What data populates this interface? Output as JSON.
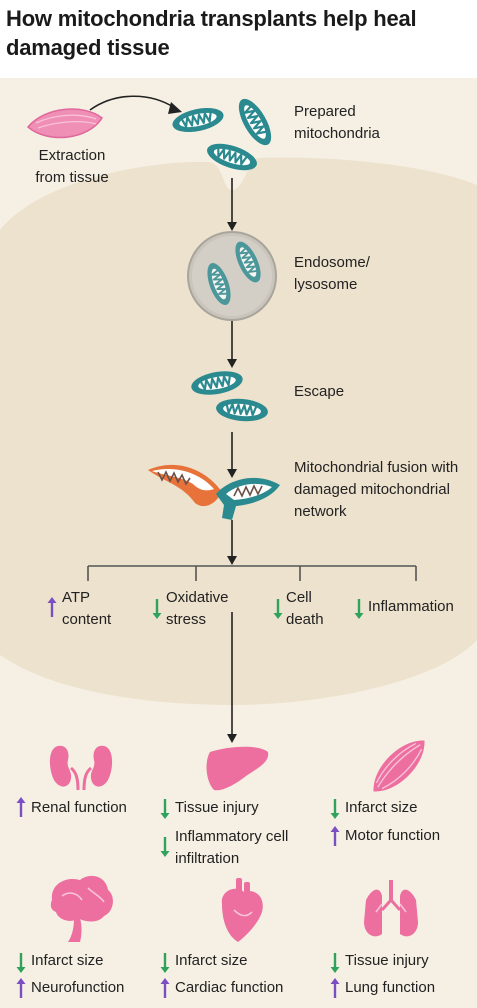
{
  "title": "How mitochondria transplants help heal damaged tissue",
  "steps": {
    "extraction": "Extraction from tissue",
    "prepared": "Prepared mitochondria",
    "endosome": "Endosome/ lysosome",
    "escape": "Escape",
    "fusion": "Mitochondrial fusion with damaged mitochondrial network"
  },
  "cell_effects": [
    {
      "label": "ATP content",
      "direction": "up"
    },
    {
      "label": "Oxidative stress",
      "direction": "down"
    },
    {
      "label": "Cell death",
      "direction": "down"
    },
    {
      "label": "Inflammation",
      "direction": "down"
    }
  ],
  "organs": {
    "kidney": {
      "icon": "kidney-icon",
      "effects": [
        {
          "label": "Renal function",
          "direction": "up"
        }
      ]
    },
    "liver": {
      "icon": "liver-icon",
      "effects": [
        {
          "label": "Tissue injury",
          "direction": "down"
        },
        {
          "label": "Inflammatory cell infiltration",
          "direction": "down"
        }
      ]
    },
    "muscle": {
      "icon": "muscle-icon",
      "effects": [
        {
          "label": "Infarct size",
          "direction": "down"
        },
        {
          "label": "Motor function",
          "direction": "up"
        }
      ]
    },
    "brain": {
      "icon": "brain-icon",
      "effects": [
        {
          "label": "Infarct size",
          "direction": "down"
        },
        {
          "label": "Neurofunction",
          "direction": "up"
        }
      ]
    },
    "heart": {
      "icon": "heart-icon",
      "effects": [
        {
          "label": "Infarct size",
          "direction": "down"
        },
        {
          "label": "Cardiac function",
          "direction": "up"
        }
      ]
    },
    "lungs": {
      "icon": "lungs-icon",
      "effects": [
        {
          "label": "Tissue injury",
          "direction": "down"
        },
        {
          "label": "Lung function",
          "direction": "up"
        }
      ]
    }
  },
  "colors": {
    "background": "#f6f0e4",
    "cell": "#ede2cd",
    "mitochondria": "#2b8a8f",
    "organ": "#ec6f9f",
    "arrow_up": "#7a4fc4",
    "arrow_down": "#2fa35c"
  }
}
